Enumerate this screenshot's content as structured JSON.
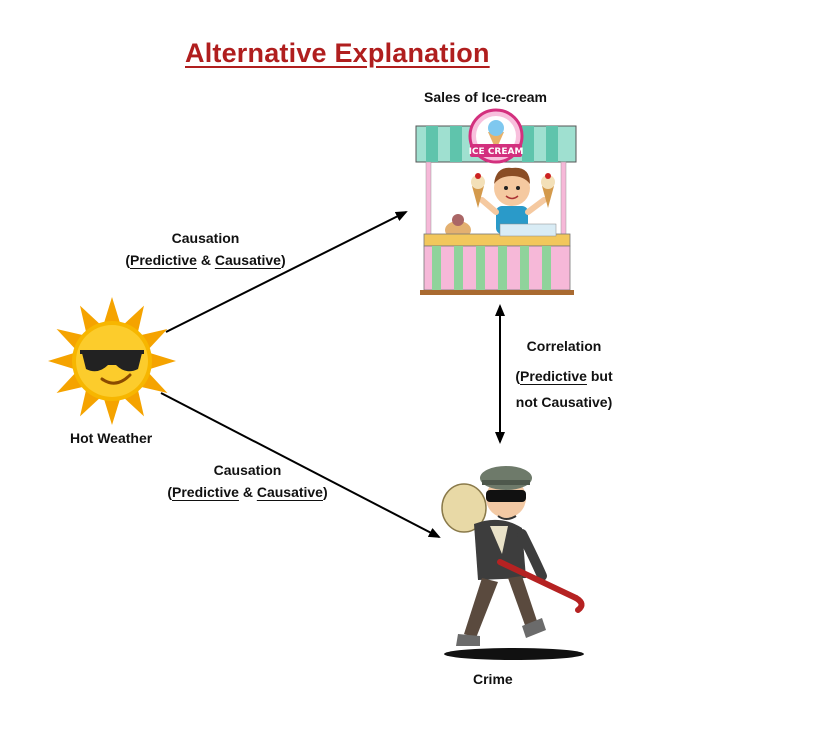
{
  "title": "Alternative Explanation",
  "nodes": {
    "ice_cream": {
      "label": "Sales of Ice-cream",
      "sign_text": "ICE CREAM"
    },
    "weather": {
      "label": "Hot Weather"
    },
    "crime": {
      "label": "Crime"
    }
  },
  "edges": {
    "upper": {
      "line1": "Causation",
      "open": "(",
      "predictive": "Predictive",
      "amp": " & ",
      "causative": "Causative",
      "close": ")"
    },
    "lower": {
      "line1": "Causation",
      "open": "(",
      "predictive": "Predictive",
      "amp": " & ",
      "causative": "Causative",
      "close": ")"
    },
    "correlation": {
      "line1": "Correlation",
      "open": "(",
      "predictive": "Predictive",
      "but": " but",
      "line3": "not Causative)"
    }
  },
  "colors": {
    "title": "#b01e1e",
    "arrow": "#000000"
  }
}
